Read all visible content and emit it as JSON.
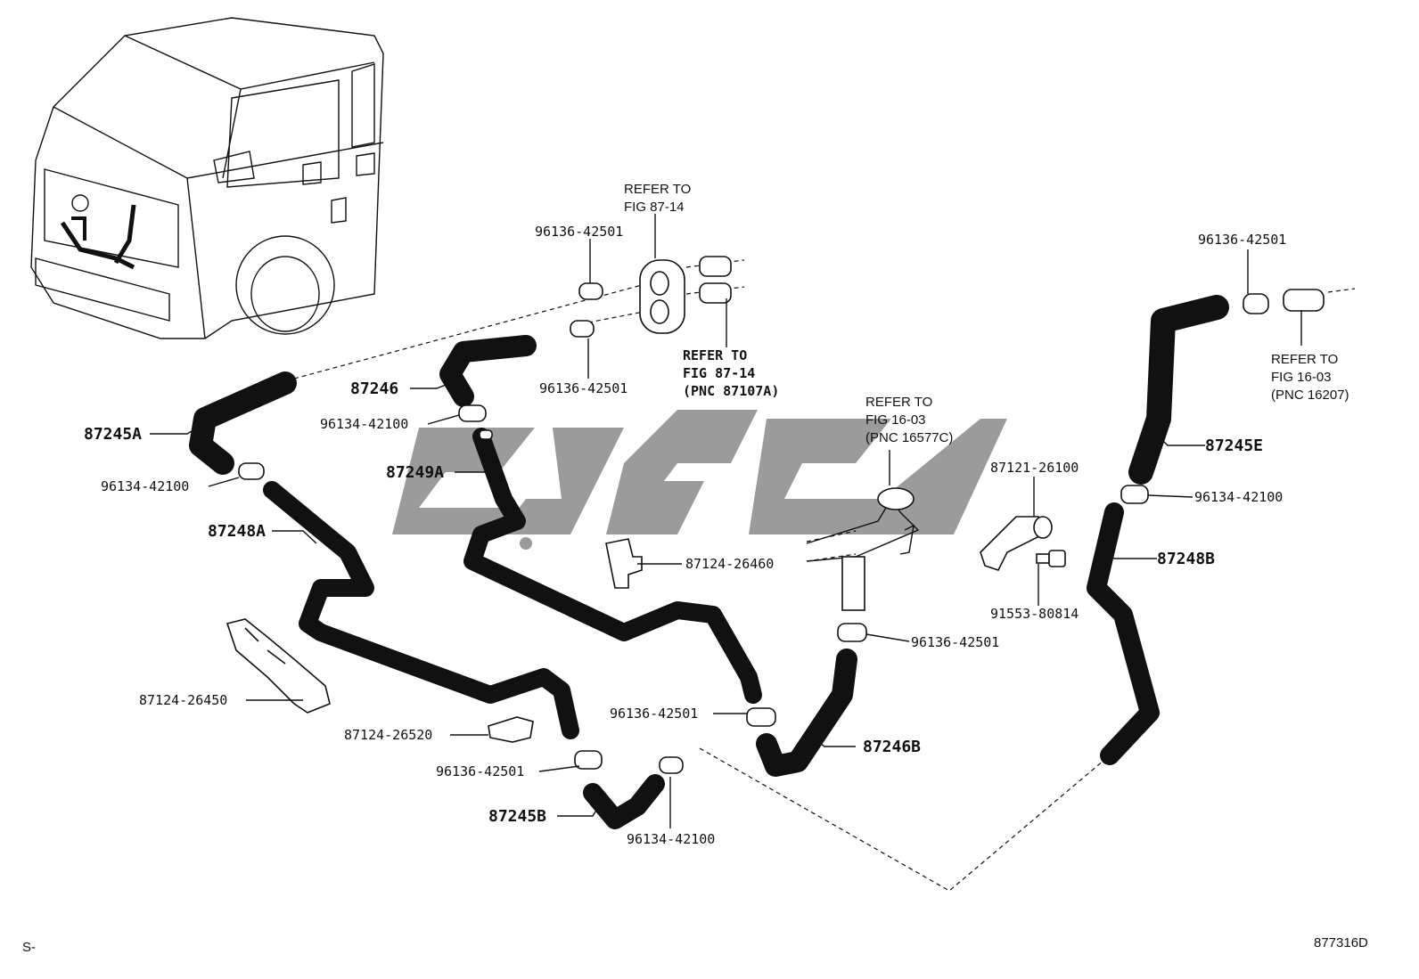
{
  "watermark_color": "#8a8a8a",
  "labels": {
    "refer_87_14_top_a": "REFER TO",
    "refer_87_14_top_b": "FIG 87-14",
    "clamp_top_1": "96136-42501",
    "clamp_top_2": "96136-42501",
    "refer_87_14_bot_a": "REFER TO",
    "refer_87_14_bot_b": "FIG 87-14",
    "refer_87_14_bot_c": "(PNC 87107A)",
    "hose_87246": "87246",
    "clamp_96134_a": "96134-42100",
    "hose_87245A": "87245A",
    "hose_87249A": "87249A",
    "clamp_96134_b": "96134-42100",
    "hose_87248A": "87248A",
    "clip_87124_26460": "87124-26460",
    "bracket_87124_26450": "87124-26450",
    "clip_87124_26520": "87124-26520",
    "clamp_96136_c": "96136-42501",
    "hose_87245B": "87245B",
    "clamp_96134_c": "96134-42100",
    "clamp_96136_d": "96136-42501",
    "hose_87246B": "87246B",
    "refer_16_03_mid_a": "REFER TO",
    "refer_16_03_mid_b": "FIG 16-03",
    "refer_16_03_mid_c": "(PNC 16577C)",
    "clamp_96136_e": "96136-42501",
    "bracket_87121": "87121-26100",
    "bolt_91553": "91553-80814",
    "clamp_96136_right": "96136-42501",
    "refer_16_03_right_a": "REFER TO",
    "refer_16_03_right_b": "FIG 16-03",
    "refer_16_03_right_c": "(PNC 16207)",
    "hose_87245E": "87245E",
    "clamp_96134_right": "96134-42100",
    "hose_87248B": "87248B",
    "corner_left": "S-",
    "corner_right": "877316D"
  }
}
